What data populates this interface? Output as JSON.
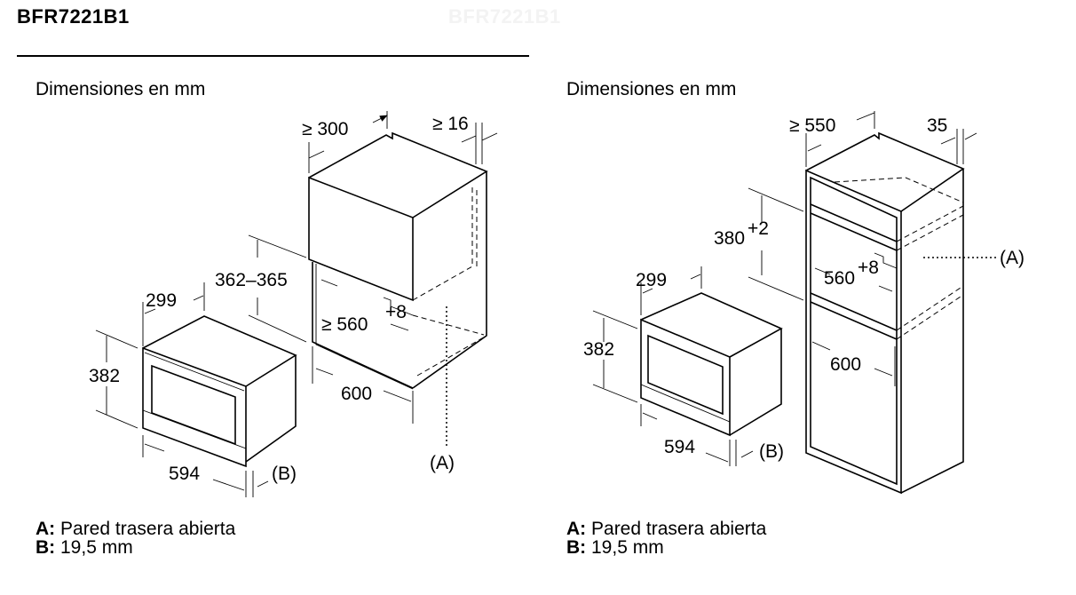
{
  "header": {
    "model": "BFR7221B1",
    "watermark": "BFR7221B1"
  },
  "left_diagram": {
    "heading": "Dimensiones en mm",
    "dims": {
      "cab_depth": "≥ 300",
      "cab_panel": "≥ 16",
      "niche_height": "362–365",
      "niche_width": "≥ 560",
      "niche_width_tol": "+8",
      "niche_depth": "600",
      "app_depth": "299",
      "app_height": "382",
      "app_width": "594",
      "label_a": "(A)",
      "label_b": "(B)"
    },
    "legend": [
      {
        "key": "A:",
        "text": " Pared trasera abierta"
      },
      {
        "key": "B:",
        "text": " 19,5 mm"
      }
    ]
  },
  "right_diagram": {
    "heading": "Dimensiones en mm",
    "dims": {
      "cab_depth": "≥ 550",
      "cab_panel": "35",
      "niche_height": "380",
      "niche_height_tol": "+2",
      "niche_width": "560",
      "niche_width_tol": "+8",
      "niche_depth": "600",
      "app_depth": "299",
      "app_height": "382",
      "app_width": "594",
      "label_a": "(A)",
      "label_b": "(B)"
    },
    "legend": [
      {
        "key": "A:",
        "text": " Pared trasera abierta"
      },
      {
        "key": "B:",
        "text": " 19,5 mm"
      }
    ]
  }
}
